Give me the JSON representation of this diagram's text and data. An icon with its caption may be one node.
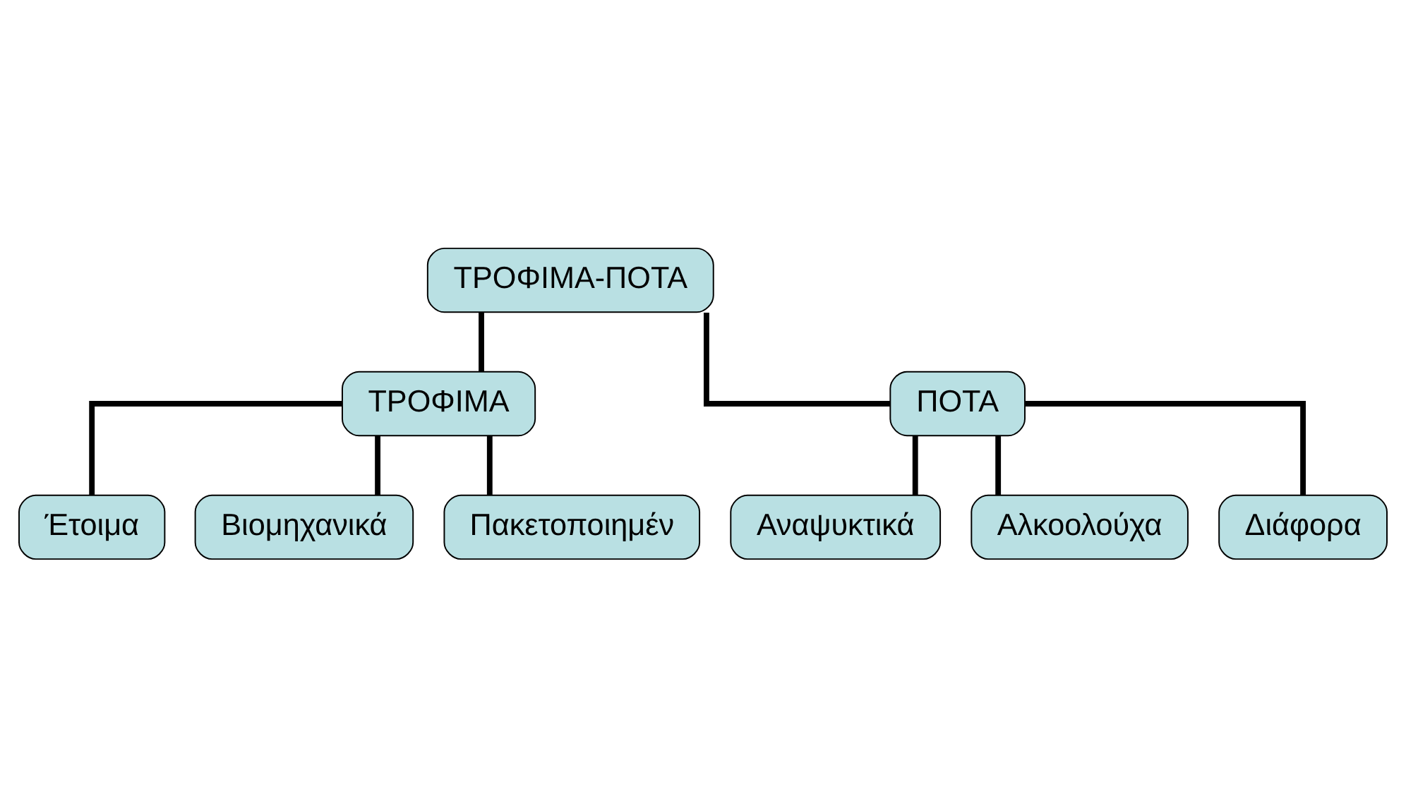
{
  "diagram": {
    "nodes": [
      {
        "text": [
          "ΤΡΟΦΙΜΑ-ΠΟΤΑ"
        ]
      },
      {
        "text": [
          "ΤΡΟΦΙΜΑ"
        ]
      },
      {
        "text": [
          "ΠΟΤΑ"
        ]
      },
      {
        "text": [
          "Έτοιμα"
        ]
      },
      {
        "text": [
          "Βιομηχανικά"
        ]
      },
      {
        "text": [
          "Πακετοποιημέν"
        ]
      },
      {
        "text": [
          "Αναψυκτικά"
        ]
      },
      {
        "text": [
          "Αλκοολούχα"
        ]
      },
      {
        "text": [
          "Διάφορα"
        ]
      }
    ],
    "edges": [
      {
        "from": 0,
        "to": 1,
        "arrow": "none"
      },
      {
        "from": 0,
        "to": 2,
        "arrow": "none"
      },
      {
        "from": 1,
        "to": 3,
        "arrow": "none"
      },
      {
        "from": 1,
        "to": 4,
        "arrow": "none"
      },
      {
        "from": 1,
        "to": 5,
        "arrow": "none"
      },
      {
        "from": 2,
        "to": 6,
        "arrow": "none"
      },
      {
        "from": 2,
        "to": 7,
        "arrow": "none"
      },
      {
        "from": 2,
        "to": 8,
        "arrow": "none"
      }
    ]
  }
}
